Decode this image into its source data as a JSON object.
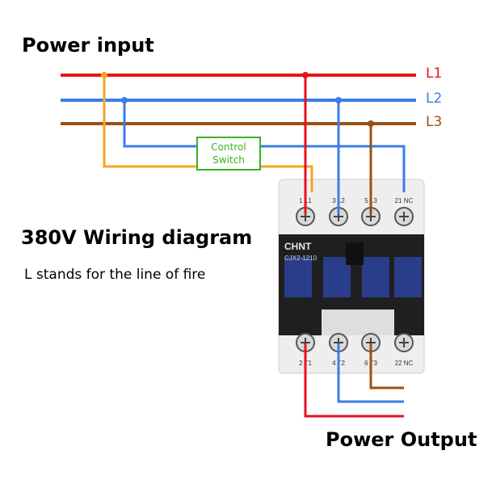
{
  "title": "Power input",
  "diagram_title": "380V Wiring diagram",
  "subtitle": "L stands for the line of fire",
  "output_label": "Power Output",
  "lines": [
    {
      "label": "L1",
      "color": "#e8121b"
    },
    {
      "label": "L2",
      "color": "#3a7de6"
    },
    {
      "label": "L3",
      "color": "#9c4f12"
    }
  ],
  "control_switch": {
    "line1": "Control",
    "line2": "Switch",
    "color": "#3bb31f",
    "wire_color": "#f5a623"
  },
  "contactor": {
    "brand": "CHNT",
    "model": "CJX2-1210",
    "top_terminals": [
      "1 L1",
      "3 L2",
      "5 L3",
      "21 NC"
    ],
    "bottom_terminals": [
      "2 T1",
      "4 T2",
      "6 T3",
      "22 NC"
    ]
  }
}
